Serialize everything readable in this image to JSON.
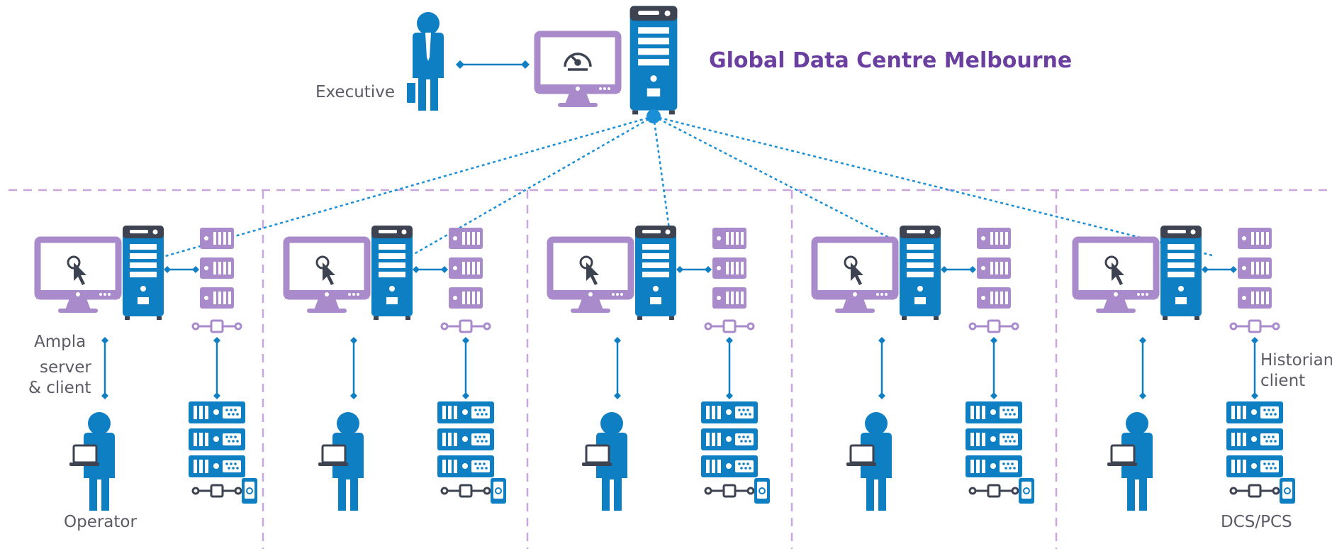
{
  "title": "Global Data Centre Melbourne",
  "labels": {
    "executive": "Executive",
    "ampla_server_client": [
      "Ampla",
      "server",
      "& client"
    ],
    "operator": "Operator",
    "historian_client": [
      "Historian",
      "client"
    ],
    "dcs_pcs": "DCS/PCS"
  },
  "site_count": 5,
  "colors": {
    "blue": "#0f7fc4",
    "purple": "#a98acb",
    "dark": "#3d4350",
    "title": "#6a3fa0",
    "label": "#5b5b66",
    "divider": "#c9a6dc"
  },
  "icons": [
    "person-icon",
    "executive-icon",
    "monitor-icon",
    "dashboard-gauge-icon",
    "cursor-icon",
    "server-tower-icon",
    "server-rack-icon",
    "network-node-icon",
    "hard-drive-icon",
    "laptop-icon"
  ]
}
